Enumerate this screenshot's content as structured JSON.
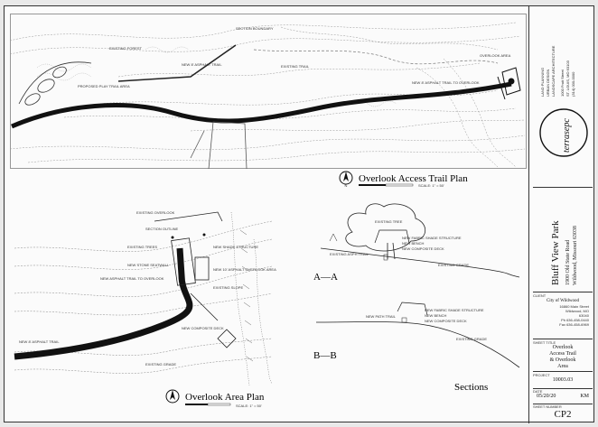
{
  "plans": {
    "top": {
      "title": "Overlook Access Trail Plan",
      "labels": [
        "PROPOSED PLAY TRAIL AREA",
        "NEW 8' ASPHALT TRAIL",
        "EXISTING FOREST",
        "OVERLOOK AREA",
        "SECTION BOUNDARY",
        "NEW 8' ASPHALT TRAIL TO OVERLOOK",
        "EXISTING TRAIL"
      ]
    },
    "bottom_left": {
      "title": "Overlook Area Plan",
      "labels": [
        "EXISTING OVERLOOK",
        "SECTION OUTLINE",
        "NEW SHADE STRUCTURE",
        "EXISTING TREES",
        "NEW STONE SEATWALL",
        "NEW ASPHALT TRAIL TO OVERLOOK",
        "NEW 10' ASPHALT OVERLOOK AREA",
        "EXISTING SLOPE",
        "NEW COMPOSITE DECK",
        "NEW 8' ASPHALT TRAIL",
        "EXISTING GRADE"
      ]
    },
    "sections": {
      "title": "Sections",
      "a_label": "A—A",
      "b_label": "B—B",
      "a_callouts": [
        "NEW FABRIC SHADE STRUCTURE",
        "NEW BENCH",
        "NEW COMPOSITE DECK"
      ],
      "a_side_labels": [
        "EXISTING TREE",
        "EXISTING ASPH TRAIL",
        "EXISTING GRADE"
      ],
      "b_callouts": [
        "NEW FABRIC SHADE STRUCTURE",
        "NEW BENCH",
        "NEW COMPOSITE DECK"
      ],
      "b_side_labels": [
        "NEW PATH TRAIL",
        "EXISTING GRADE"
      ]
    }
  },
  "firm": {
    "lines": [
      "LAND PLANNING",
      "URBAN DESIGN",
      "LANDSCAPE ARCHITECTURE",
      "1000 Fruit Street",
      "ST. LOUIS, MO 63103",
      "(314) 000-0000"
    ],
    "logo_text": "terrasepc"
  },
  "project": {
    "name": "Bluff View Park",
    "address_line1": "1900 Old State Road",
    "address_line2": "Wildwood, Missouri 63038"
  },
  "title_block": {
    "client_label": "CLIENT",
    "client_name": "City of Wildwood",
    "client_address": [
      "16860 Main Street",
      "Wildwood, MO",
      "63040",
      "Ph 636-458-0440",
      "Fax 636-458-6969"
    ],
    "sheet_title_label": "SHEET TITLE",
    "sheet_title": [
      "Overlook",
      "Access Trail",
      "& Overlook",
      "Area"
    ],
    "project_label": "PROJECT",
    "project_number": "10003.03",
    "date_label": "DATE",
    "date": "05/20/20",
    "drawn_by": "KM",
    "sheet_number_label": "SHEET NUMBER",
    "sheet_number": "CP2"
  },
  "scale_text": "SCALE: 1\" = 50'",
  "north_symbol": "N"
}
